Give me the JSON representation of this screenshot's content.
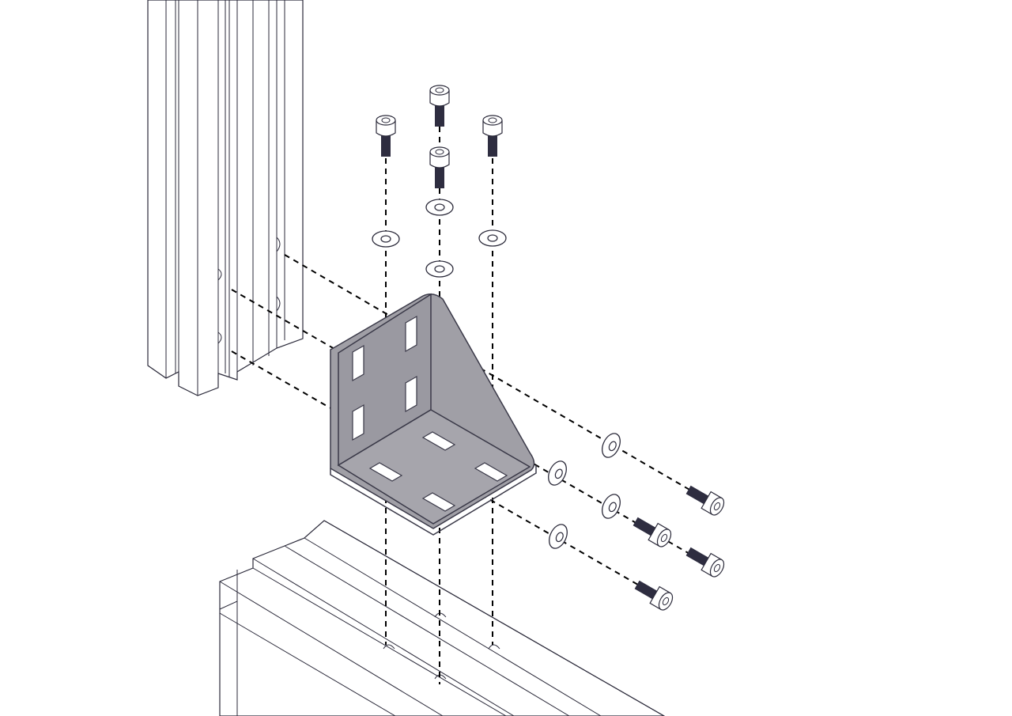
{
  "diagram": {
    "kind": "exploded-assembly",
    "parts": [
      "vertical-extrusion",
      "horizontal-extrusion",
      "corner-bracket",
      "screws",
      "washers"
    ],
    "colors": {
      "bracket_fill": "#a09fa6",
      "bracket_shade": "#8f8e96",
      "outline": "#2b2a3a",
      "screw_thread": "#2e2d40",
      "background": "#ffffff"
    }
  }
}
